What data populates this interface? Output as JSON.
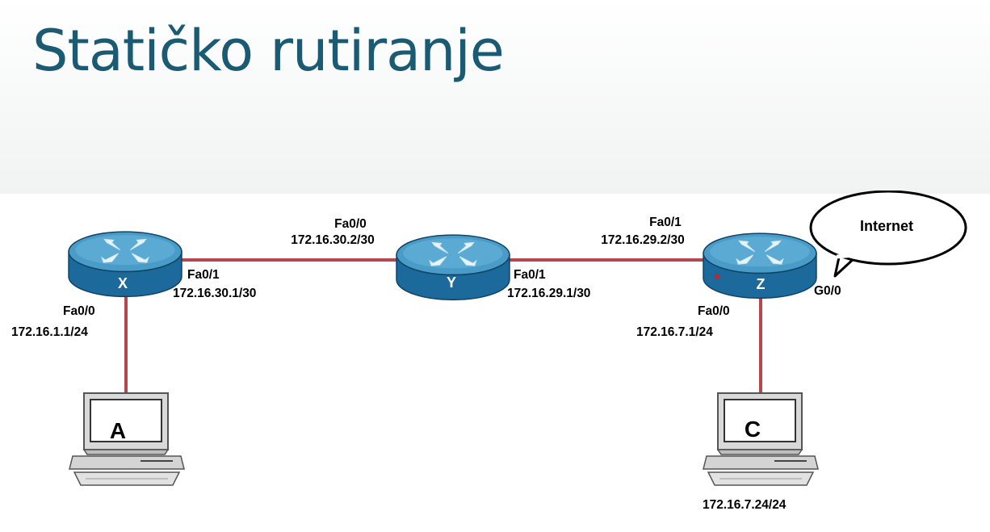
{
  "slide": {
    "title": "Statičko rutiranje"
  },
  "routers": {
    "x": "X",
    "y": "Y",
    "z": "Z"
  },
  "pcs": {
    "a": "A",
    "c": "C",
    "c_ip": "172.16.7.24/24"
  },
  "cloud": {
    "label": "Internet"
  },
  "interfaces": {
    "x_fa00": {
      "name": "Fa0/0",
      "ip": "172.16.1.1/24"
    },
    "x_fa01": {
      "name": "Fa0/1",
      "ip": "172.16.30.1/30"
    },
    "y_fa00": {
      "name": "Fa0/0",
      "ip": "172.16.30.2/30"
    },
    "y_fa01": {
      "name": "Fa0/1",
      "ip": "172.16.29.1/30"
    },
    "z_fa01": {
      "name": "Fa0/1",
      "ip": "172.16.29.2/30"
    },
    "z_fa00": {
      "name": "Fa0/0",
      "ip": "172.16.7.1/24"
    },
    "z_g00": {
      "name": "G0/0"
    }
  },
  "colors": {
    "title": "#1b5a73",
    "link": "#b5474e",
    "router_top": "#4a9cc8",
    "router_side": "#1c6a9c"
  }
}
